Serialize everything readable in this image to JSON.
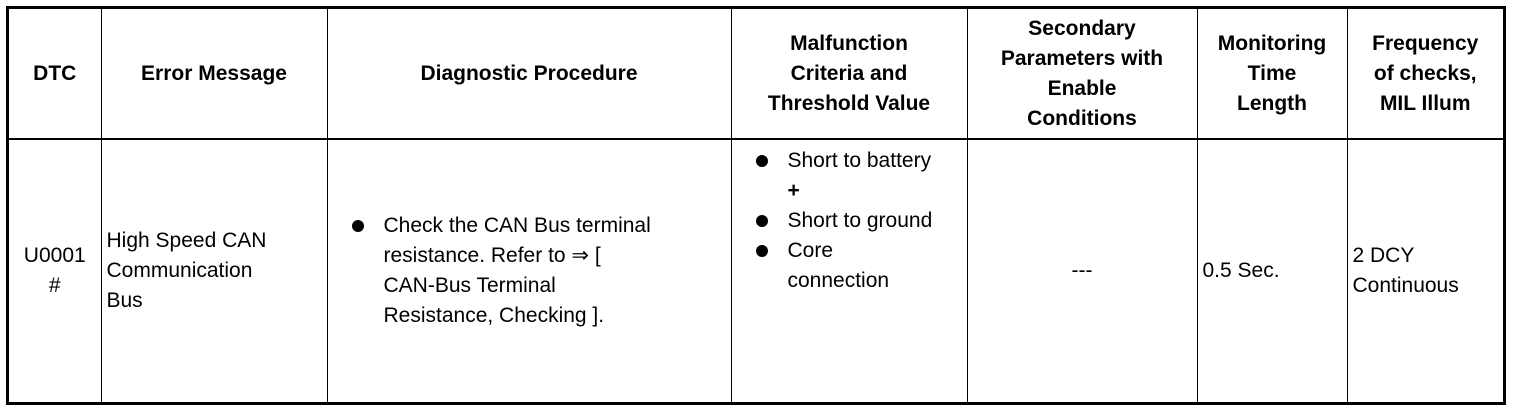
{
  "headers": {
    "dtc": "DTC",
    "error_message": "Error Message",
    "diagnostic_procedure": "Diagnostic Procedure",
    "criteria": [
      "Malfunction",
      "Criteria and",
      "Threshold Value"
    ],
    "secondary": [
      "Secondary",
      "Parameters with",
      "Enable",
      "Conditions"
    ],
    "monitoring": [
      "Monitoring",
      "Time",
      "Length"
    ],
    "frequency": [
      "Frequency",
      "of checks,",
      "MIL Illum"
    ]
  },
  "row": {
    "dtc": [
      "U0001",
      "#"
    ],
    "error_message": [
      "High Speed CAN",
      "Communication",
      "Bus"
    ],
    "diagnostic_procedure": [
      "Check the CAN Bus terminal",
      "resistance. Refer to ⇒ [",
      "CAN-Bus Terminal",
      "Resistance, Checking ]."
    ],
    "criteria": {
      "item1": [
        "Short to battery",
        "+"
      ],
      "item2": "Short to ground",
      "item3": [
        "Core",
        "connection"
      ]
    },
    "secondary": "---",
    "monitoring": "0.5 Sec.",
    "frequency": [
      "2 DCY",
      "Continuous"
    ]
  }
}
